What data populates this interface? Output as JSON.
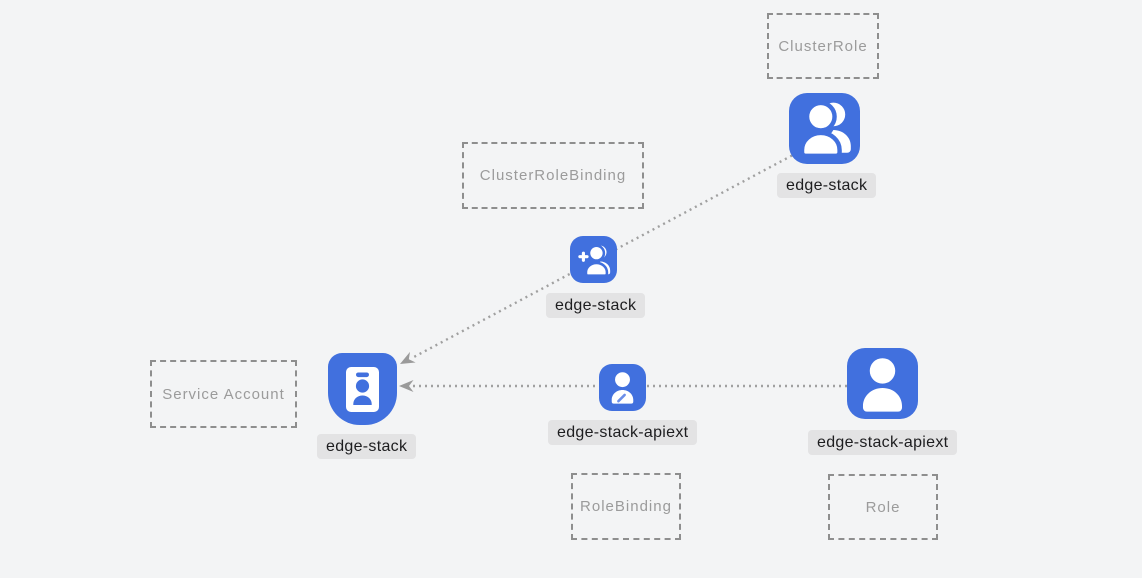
{
  "diagram": {
    "background_color": "#f3f4f5",
    "accent_color": "#4170de",
    "label_pill_color": "#e3e3e4",
    "label_text_color": "#1d1d1f",
    "dashed_box_color": "#8e8e8e",
    "dashed_text_color": "#9b9b9b",
    "edge_color": "#a0a0a0",
    "type_boxes": [
      {
        "label": "ClusterRole"
      },
      {
        "label": "ClusterRoleBinding"
      },
      {
        "label": "Service Account"
      },
      {
        "label": "RoleBinding"
      },
      {
        "label": "Role"
      }
    ],
    "nodes": [
      {
        "label": "edge-stack",
        "kind": "ClusterRole",
        "icon": "users-icon"
      },
      {
        "label": "edge-stack",
        "kind": "ClusterRoleBinding",
        "icon": "user-add-icon"
      },
      {
        "label": "edge-stack",
        "kind": "Service Account",
        "icon": "id-badge-icon"
      },
      {
        "label": "edge-stack-apiext",
        "kind": "RoleBinding",
        "icon": "user-edit-icon"
      },
      {
        "label": "edge-stack-apiext",
        "kind": "Role",
        "icon": "user-icon"
      }
    ],
    "edges": [
      {
        "from": "edge-stack (ClusterRole)",
        "to": "edge-stack (Service Account)",
        "style": "dotted",
        "arrow": "to"
      },
      {
        "from": "edge-stack-apiext (Role)",
        "to": "edge-stack (Service Account)",
        "style": "dotted",
        "arrow": "to"
      }
    ]
  }
}
